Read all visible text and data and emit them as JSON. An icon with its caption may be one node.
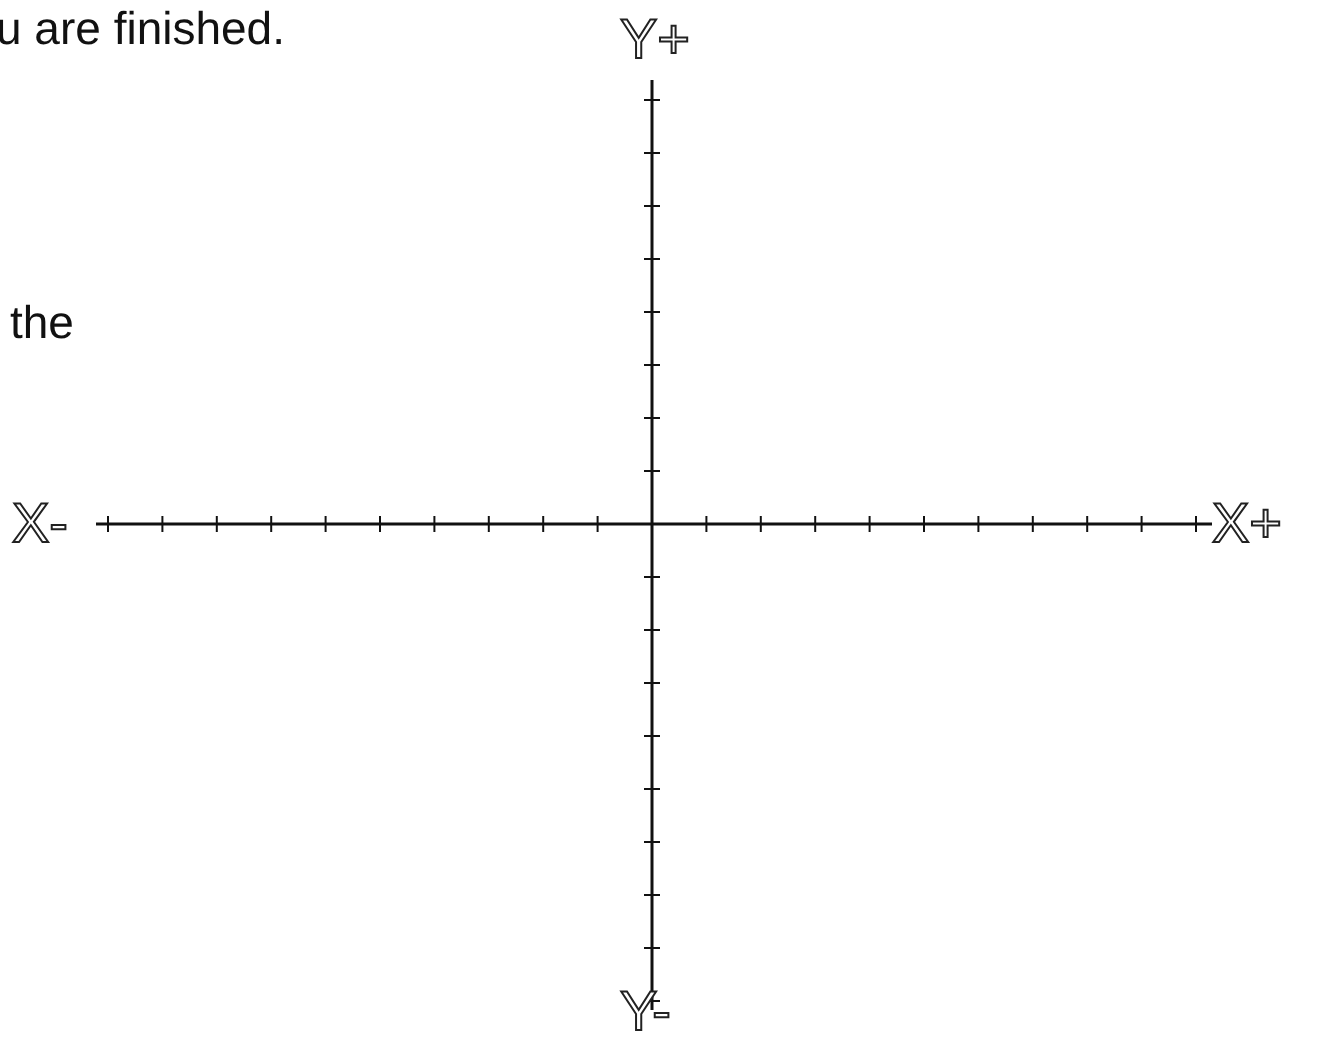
{
  "diagram": {
    "labels": [
      "u are finished.",
      "the",
      "Y+",
      "X-",
      "X+",
      "Y-"
    ]
  }
}
